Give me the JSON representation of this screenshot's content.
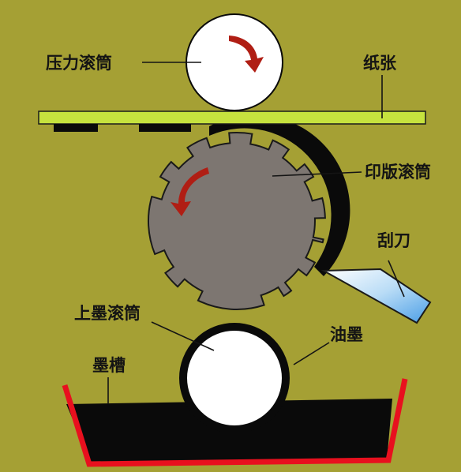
{
  "labels": {
    "impression_cylinder": "压力滚筒",
    "paper": "纸张",
    "plate_cylinder": "印版滚筒",
    "doctor_blade": "刮刀",
    "inking_roller": "上墨滚筒",
    "ink": "油墨",
    "ink_tray": "墨槽"
  },
  "colors": {
    "background": "#a5a034",
    "paper": "#c6e23e",
    "plate_cylinder": "#7d7671",
    "ink": "#0a0a0a",
    "tray_border": "#e8101e",
    "arrow": "#b01e14",
    "roller": "#ffffff"
  },
  "icons": [
    "clockwise-arrow-icon",
    "counterclockwise-arrow-icon"
  ]
}
